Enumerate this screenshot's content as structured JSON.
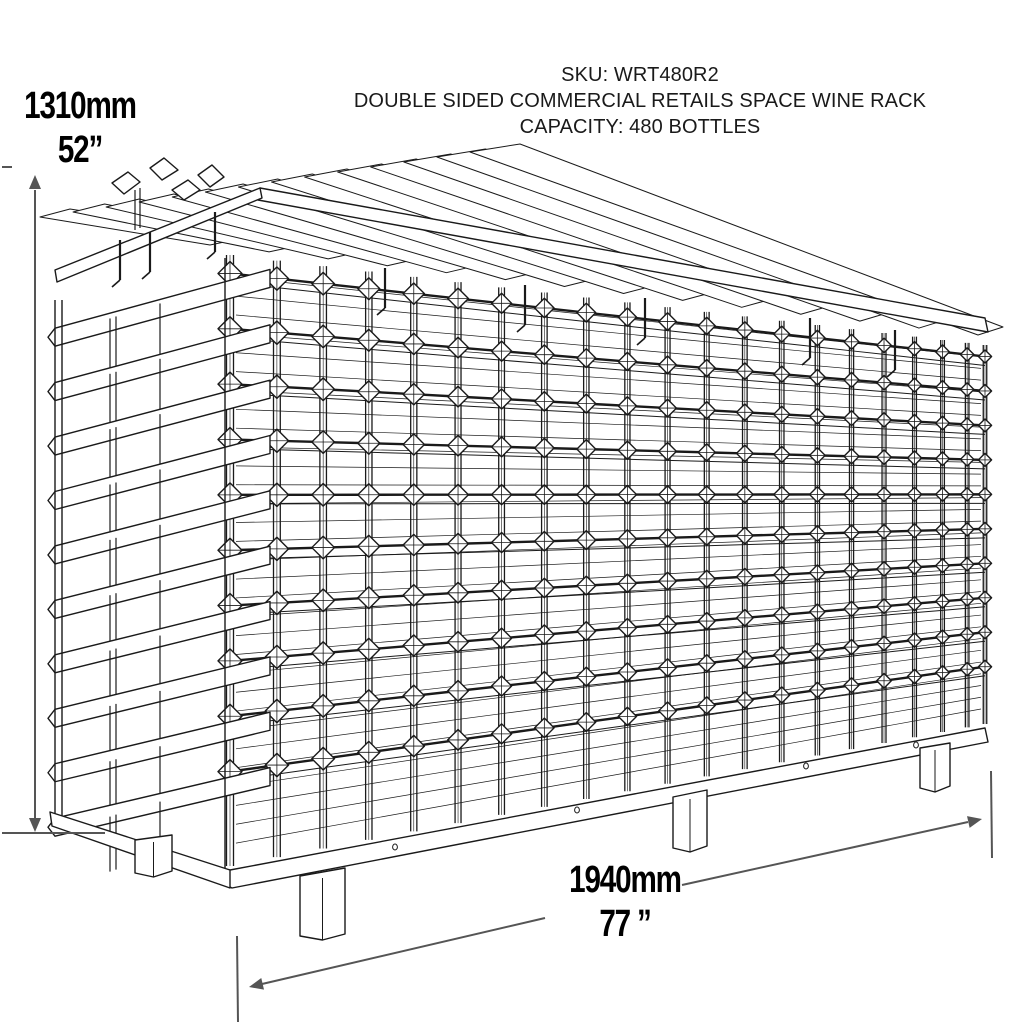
{
  "title_block": {
    "sku": "SKU: WRT480R2",
    "product": "DOUBLE SIDED COMMERCIAL RETAILS SPACE WINE RACK",
    "capacity": "CAPACITY: 480 BOTTLES"
  },
  "dimensions": {
    "height": {
      "metric": "1310mm",
      "imperial": "52”"
    },
    "width": {
      "metric": "1940mm",
      "imperial": "77 ”"
    }
  },
  "drawing": {
    "subject": "wine-rack-isometric-line-drawing",
    "front_columns": 20,
    "rows": 10,
    "line_color": "#1a1a1a",
    "dimension_line_color": "#555555",
    "background": "#ffffff"
  }
}
